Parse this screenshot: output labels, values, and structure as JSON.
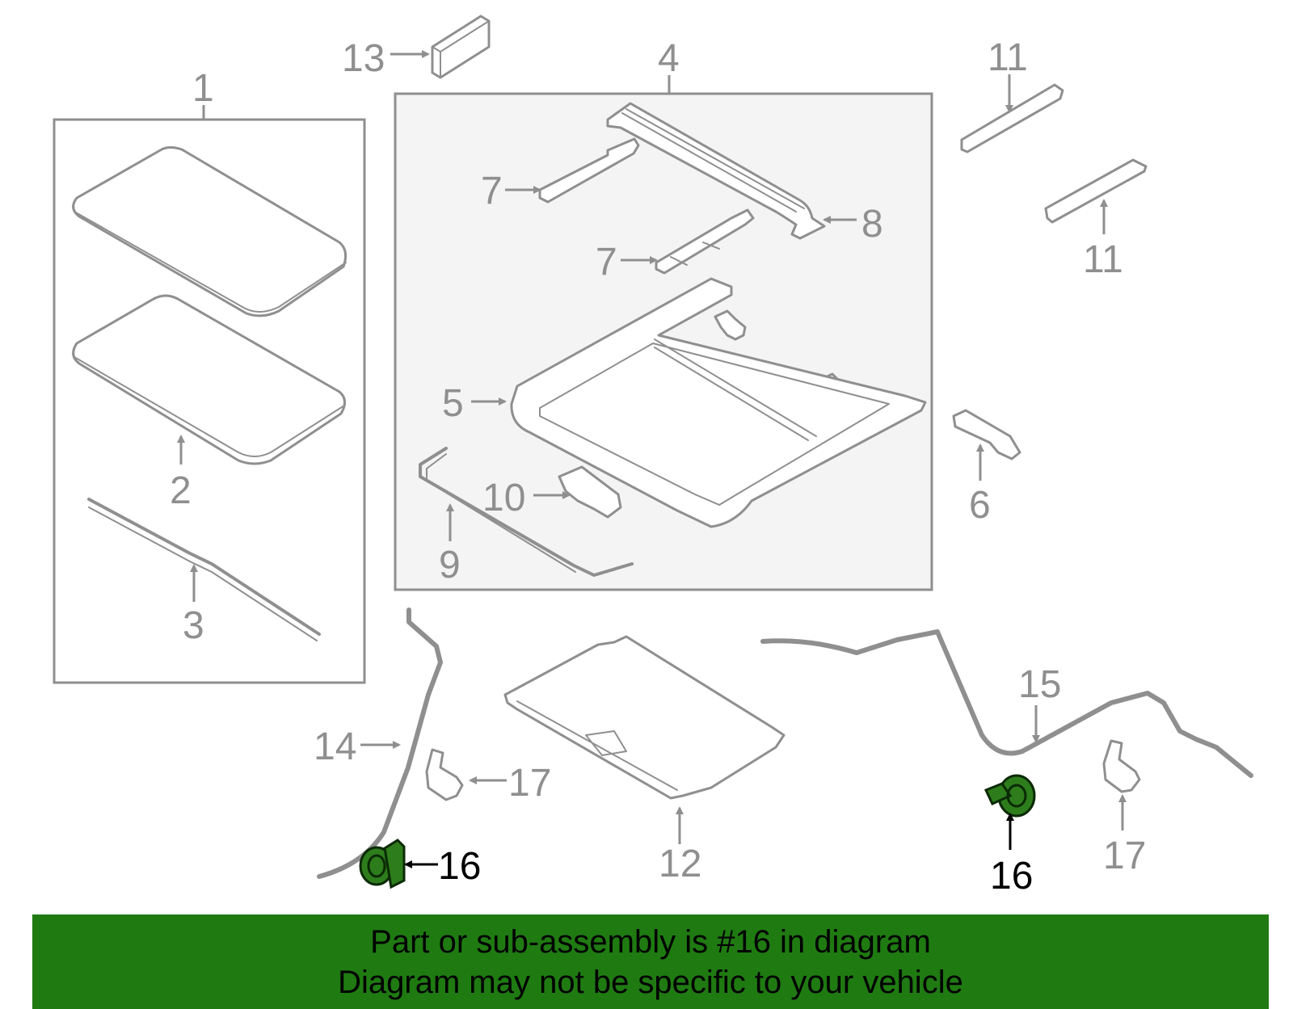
{
  "colors": {
    "line": "#8f8f8f",
    "highlight_fill": "#2e7d1c",
    "banner_bg": "#1f7a12",
    "banner_text": "#000000"
  },
  "callouts": {
    "c1": "1",
    "c2": "2",
    "c3": "3",
    "c4": "4",
    "c5": "5",
    "c6": "6",
    "c7a": "7",
    "c7b": "7",
    "c8": "8",
    "c9": "9",
    "c10": "10",
    "c11a": "11",
    "c11b": "11",
    "c12": "12",
    "c13": "13",
    "c14": "14",
    "c15": "15",
    "c16a": "16",
    "c16b": "16",
    "c17a": "17",
    "c17b": "17"
  },
  "banner": {
    "line1": "Part or sub-assembly is #16 in diagram",
    "line2": "Diagram may not be specific to your vehicle"
  }
}
